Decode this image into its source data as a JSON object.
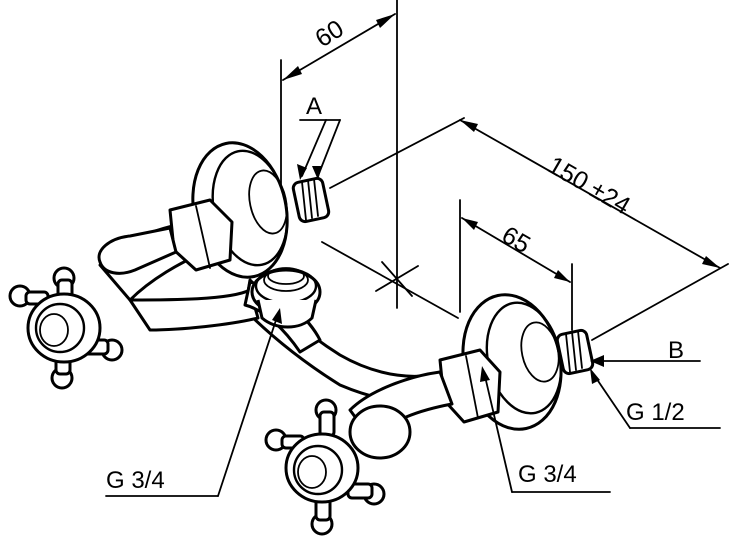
{
  "dimensions": {
    "width_top": "60",
    "length_range": "150 ±24",
    "offset": "65"
  },
  "callouts": {
    "a": "A",
    "b": "B",
    "thread_small": "G 1/2",
    "thread_outlet": "G 3/4",
    "thread_inlet": "G 3/4"
  }
}
